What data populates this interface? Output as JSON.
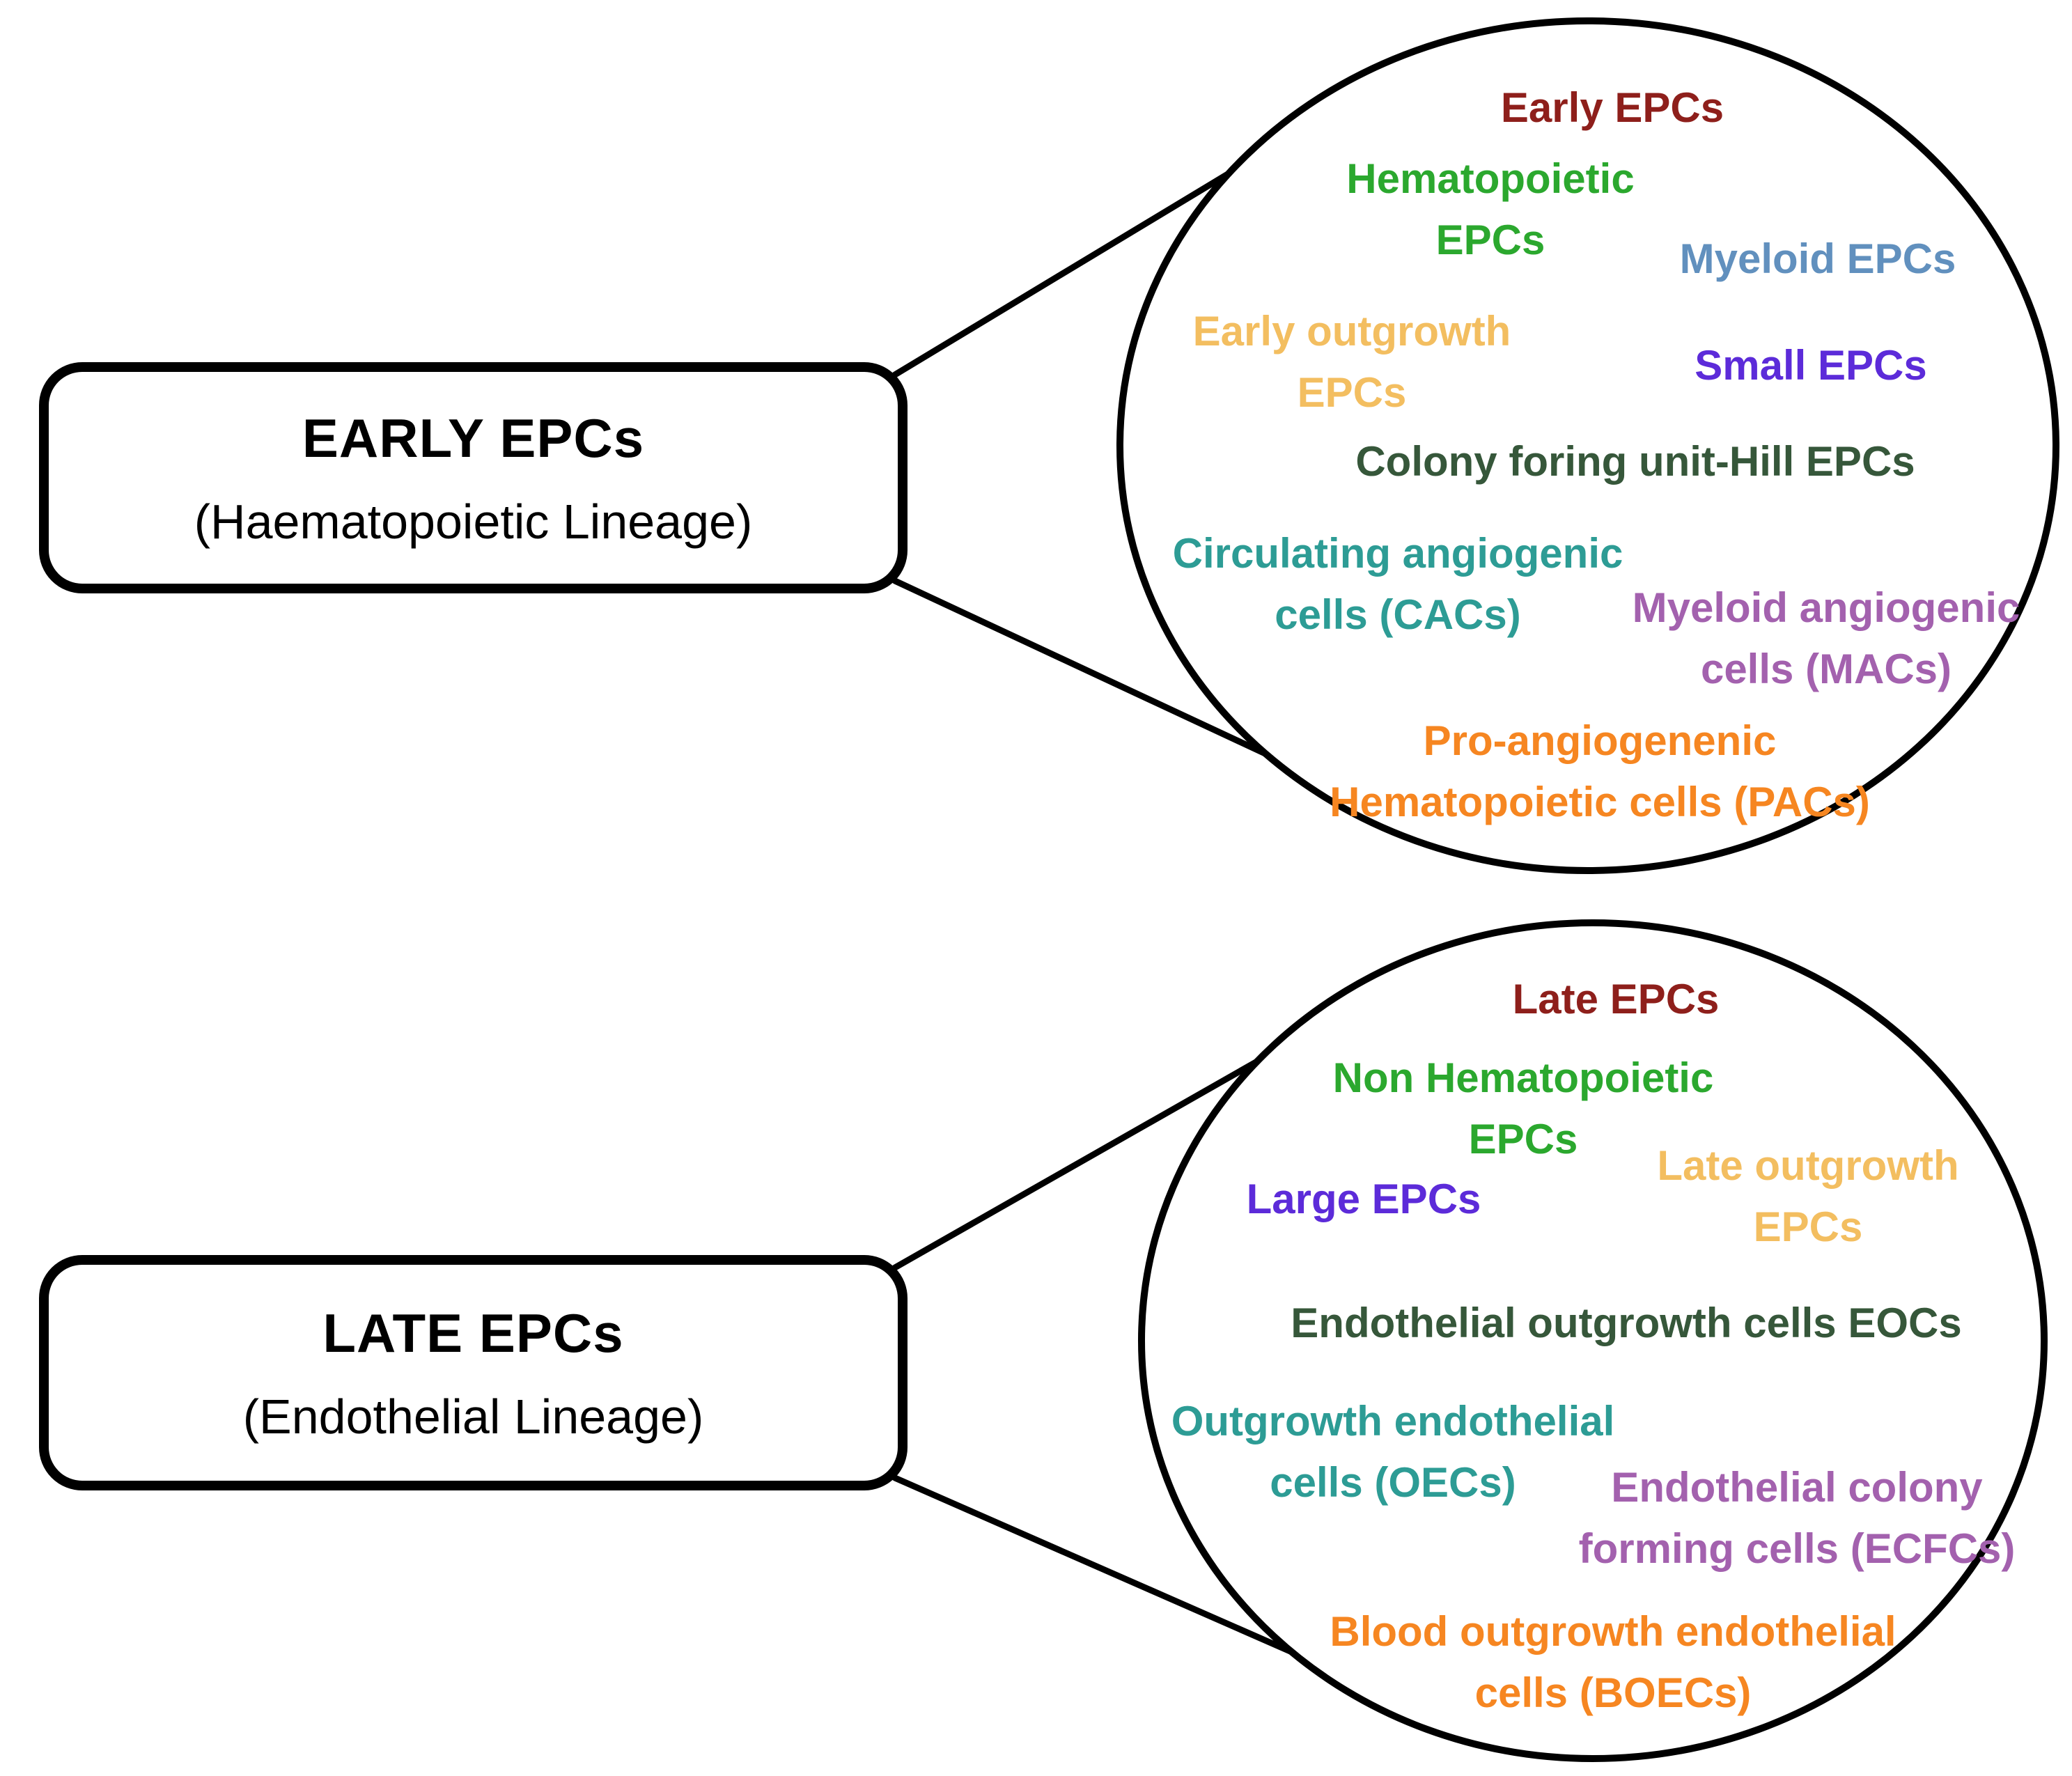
{
  "palette": {
    "dark_red": "#8E1F1B",
    "green": "#2BA82E",
    "steel_blue": "#6190BE",
    "gold": "#F3BE60",
    "violet": "#5C2BD9",
    "dark_green": "#36573A",
    "teal": "#2D9C95",
    "orchid": "#A361AE",
    "orange": "#F68621",
    "outline": "#000000"
  },
  "early_box": {
    "title": "EARLY EPCs",
    "subtitle": "(Haematopoietic Lineage)"
  },
  "late_box": {
    "title": "LATE EPCs",
    "subtitle": "(Endothelial Lineage)"
  },
  "early_bubble": {
    "labels": [
      {
        "id": "early-epcs",
        "color": "dark_red",
        "lines": [
          "Early EPCs"
        ]
      },
      {
        "id": "hematopoietic-epcs",
        "color": "green",
        "lines": [
          "Hematopoietic",
          "EPCs"
        ]
      },
      {
        "id": "myeloid-epcs",
        "color": "steel_blue",
        "lines": [
          "Myeloid EPCs"
        ]
      },
      {
        "id": "early-outgrowth-epcs",
        "color": "gold",
        "lines": [
          "Early outgrowth",
          "EPCs"
        ]
      },
      {
        "id": "small-epcs",
        "color": "violet",
        "lines": [
          "Small EPCs"
        ]
      },
      {
        "id": "colony-foring-unit-hill-epcs",
        "color": "dark_green",
        "lines": [
          "Colony foring unit-Hill EPCs"
        ]
      },
      {
        "id": "circulating-angiogenic-cells",
        "color": "teal",
        "lines": [
          "Circulating angiogenic",
          "cells (CACs)"
        ]
      },
      {
        "id": "myeloid-angiogenic-cells",
        "color": "orchid",
        "lines": [
          "Myeloid angiogenic",
          "cells (MACs)"
        ]
      },
      {
        "id": "pro-angiogenenic-hematopoietic-cells",
        "color": "orange",
        "lines": [
          "Pro-angiogenenic",
          "Hematopoietic cells (PACs)"
        ]
      }
    ]
  },
  "late_bubble": {
    "labels": [
      {
        "id": "late-epcs",
        "color": "dark_red",
        "lines": [
          "Late EPCs"
        ]
      },
      {
        "id": "non-hematopoietic-epcs",
        "color": "green",
        "lines": [
          "Non Hematopoietic",
          "EPCs"
        ]
      },
      {
        "id": "late-outgrowth-epcs",
        "color": "gold",
        "lines": [
          "Late outgrowth",
          "EPCs"
        ]
      },
      {
        "id": "large-epcs",
        "color": "violet",
        "lines": [
          "Large EPCs"
        ]
      },
      {
        "id": "endothelial-outgrowth-cells",
        "color": "dark_green",
        "lines": [
          "Endothelial outgrowth cells EOCs"
        ]
      },
      {
        "id": "outgrowth-endothelial-cells",
        "color": "teal",
        "lines": [
          "Outgrowth endothelial",
          "cells (OECs)"
        ]
      },
      {
        "id": "endothelial-colony-forming-cells",
        "color": "orchid",
        "lines": [
          "Endothelial colony",
          "forming cells (ECFCs)"
        ]
      },
      {
        "id": "blood-outgrowth-endothelial-cells",
        "color": "orange",
        "lines": [
          "Blood outgrowth endothelial",
          "cells (BOECs)"
        ]
      }
    ]
  }
}
